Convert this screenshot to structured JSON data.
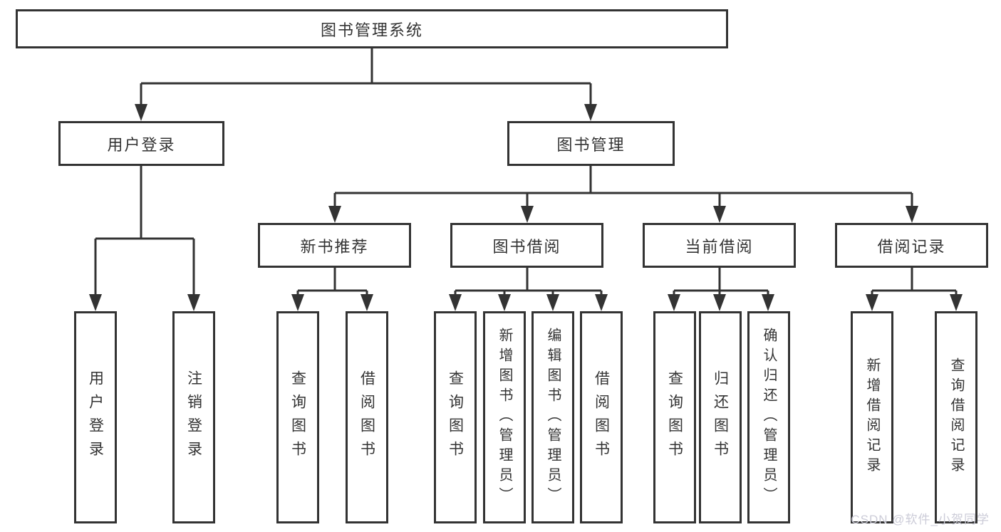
{
  "diagram": {
    "root": {
      "label": "图书管理系统"
    },
    "branches": [
      {
        "label": "用户登录",
        "leaves": [
          {
            "label": "用户登录"
          },
          {
            "label": "注销登录"
          }
        ]
      },
      {
        "label": "图书管理",
        "groups": [
          {
            "label": "新书推荐",
            "leaves": [
              {
                "label": "查询图书"
              },
              {
                "label": "借阅图书"
              }
            ]
          },
          {
            "label": "图书借阅",
            "leaves": [
              {
                "label": "查询图书"
              },
              {
                "label": "新增图书（管理员）"
              },
              {
                "label": "编辑图书（管理员）"
              },
              {
                "label": "借阅图书"
              }
            ]
          },
          {
            "label": "当前借阅",
            "leaves": [
              {
                "label": "查询图书"
              },
              {
                "label": "归还图书"
              },
              {
                "label": "确认归还（管理员）"
              }
            ]
          },
          {
            "label": "借阅记录",
            "leaves": [
              {
                "label": "新增借阅记录"
              },
              {
                "label": "查询借阅记录"
              }
            ]
          }
        ]
      }
    ]
  },
  "watermark": {
    "text": "CSDN @软件_小贺同学"
  },
  "colors": {
    "line": "#333333",
    "text": "#333333",
    "box_background": "#ffffff",
    "watermark": "#ccccd8",
    "background": "#ffffff"
  }
}
